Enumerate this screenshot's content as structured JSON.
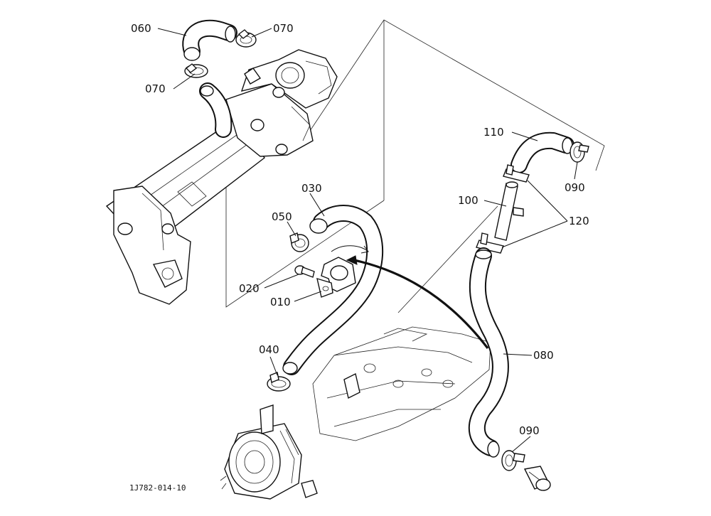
{
  "diagram": {
    "callouts": {
      "c060": "060",
      "c070a": "070",
      "c070b": "070",
      "c110": "110",
      "c090a": "090",
      "c100": "100",
      "c120": "120",
      "c030": "030",
      "c050": "050",
      "c020": "020",
      "c010": "010",
      "c040": "040",
      "c080": "080",
      "c090b": "090"
    },
    "figure_code": "1J782-014-10"
  }
}
